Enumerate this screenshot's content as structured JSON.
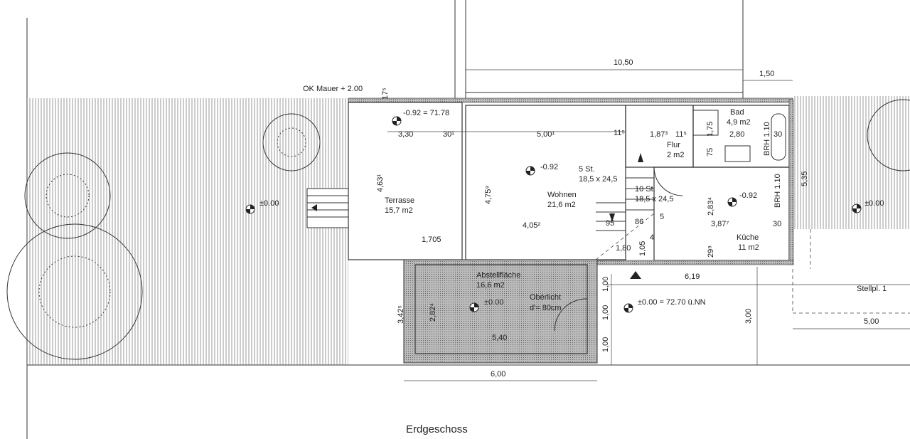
{
  "plan": {
    "title": "Erdgeschoss",
    "wall_note": "OK Mauer  + 2.00",
    "wall_note_dim": "17⁵"
  },
  "rooms": {
    "terrasse": {
      "name": "Terrasse",
      "area": "15,7 m2",
      "level": "-0.92 = 71.78",
      "width": "3,30",
      "depth": "4,63¹",
      "sub": "1,705",
      "side": "30¹"
    },
    "wohnen": {
      "name": "Wohnen",
      "area": "21,6 m2",
      "level": "-0.92",
      "width": "5,00¹",
      "depth": "4,75⁹",
      "sub": "4,05²",
      "wall": "11⁵"
    },
    "flur": {
      "name": "Flur",
      "area": "2 m2",
      "width": "1,87³",
      "wall": "11⁵",
      "d1": "1,75",
      "d2": "75"
    },
    "bad": {
      "name": "Bad",
      "area": "4,9 m2",
      "width": "2,80",
      "brh": "BRH 1.10",
      "wall": "30"
    },
    "kueche": {
      "name": "Küche",
      "area": "11 m2",
      "level": "-0.92",
      "width": "3,87⁷",
      "depth": "2,83⁴",
      "brh": "BRH 1.10",
      "wall": "30",
      "d": "29⁹"
    },
    "abstell": {
      "name": "Abstellfläche",
      "area": "16,6 m2",
      "level": "±0.00",
      "width": "5,40",
      "depth": "2,82⁴",
      "skylight": "Obérlicht",
      "skylight_d": "d'= 80cm"
    }
  },
  "stairs": {
    "upper": {
      "steps": "5 St.",
      "size": "18,5 x 24,5",
      "width": "95"
    },
    "lower": {
      "steps": "10 St.",
      "size": "18,5 x 24,5",
      "width": "86",
      "d1": "1,80",
      "d2": "1,05",
      "d3": "5",
      "d4": "4"
    }
  },
  "exterior": {
    "garden_level": "±0.00",
    "right_level": "±0.00",
    "entrance_level": "±0.00 = 72.70 ü.NN",
    "parking": "Stellpl. 1",
    "right_depth": "5,35"
  },
  "dimensions": {
    "top": "10,50",
    "top_right": "1,50",
    "abstell_outer": "6,00",
    "abstell_depth": "3,42⁵",
    "entry_width": "6,19",
    "entry_a": "1,00",
    "entry_b": "1,00",
    "entry_c": "1,00",
    "entry_depth": "3,00",
    "parking_width": "5,00"
  }
}
